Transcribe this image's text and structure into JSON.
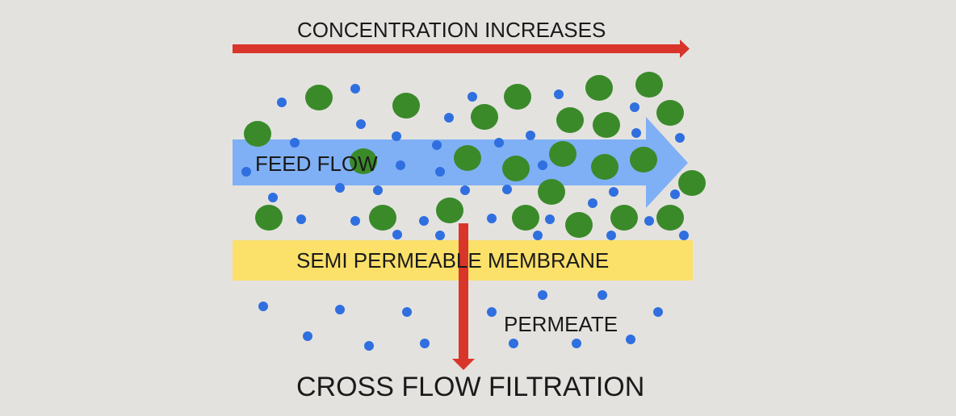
{
  "labels": {
    "concentration": "CONCENTRATION INCREASES",
    "feed_flow": "FEED FLOW",
    "membrane": "SEMI PERMEABLE MEMBRANE",
    "permeate": "PERMEATE",
    "caption": "CROSS FLOW FILTRATION"
  },
  "colors": {
    "background": "#e4e2df",
    "concentration_arrow": "#d9352b",
    "feed_arrow": "#7fb0f5",
    "membrane": "#fbe06a",
    "permeate_arrow": "#d9352b",
    "large_particle": "#3a8a2a",
    "small_particle": "#2f6fe0"
  }
}
